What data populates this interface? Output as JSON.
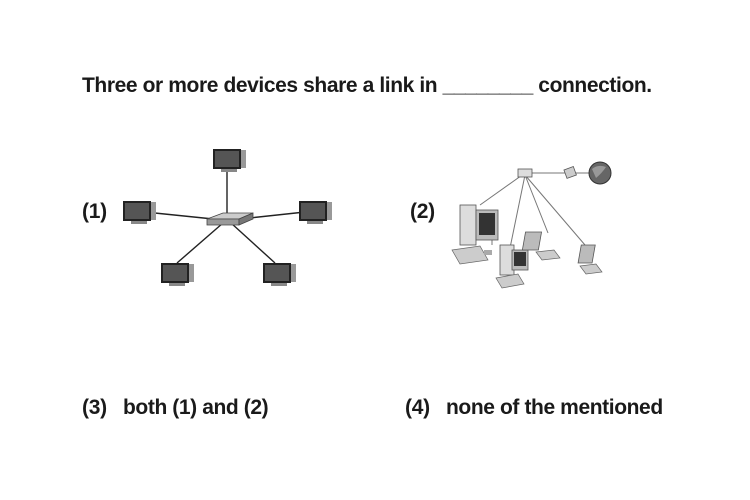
{
  "question": {
    "text": "Three or more devices share a link in ________ connection."
  },
  "options": [
    {
      "number": "(1)",
      "label": ""
    },
    {
      "number": "(2)",
      "label": ""
    },
    {
      "number": "(3)",
      "label": "both (1) and (2)"
    },
    {
      "number": "(4)",
      "label": "none of the mentioned"
    }
  ]
}
